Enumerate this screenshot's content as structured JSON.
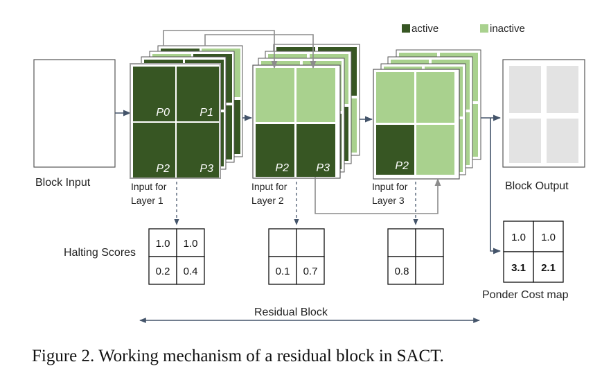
{
  "legend": {
    "active_label": "active",
    "inactive_label": "inactive"
  },
  "colors": {
    "active": "#375623",
    "inactive": "#a9d18e",
    "output_cell": "#e3e3e3",
    "line": "#7f7f7f",
    "arrow": "#44546a"
  },
  "labels": {
    "block_input": "Block Input",
    "block_output": "Block Output",
    "input_layer1": [
      "Input for",
      "Layer 1"
    ],
    "input_layer2": [
      "Input for",
      "Layer 2"
    ],
    "input_layer3": [
      "Input for",
      "Layer 3"
    ],
    "halting_scores": "Halting Scores",
    "ponder_cost_map": "Ponder Cost map",
    "residual_block": "Residual Block"
  },
  "layer1": {
    "patches": [
      {
        "label": "P0",
        "state": "active"
      },
      {
        "label": "P1",
        "state": "active"
      },
      {
        "label": "P2",
        "state": "active"
      },
      {
        "label": "P3",
        "state": "active"
      }
    ]
  },
  "layer2": {
    "patches": [
      {
        "label": "",
        "state": "inactive"
      },
      {
        "label": "",
        "state": "inactive"
      },
      {
        "label": "P2",
        "state": "active"
      },
      {
        "label": "P3",
        "state": "active"
      }
    ]
  },
  "layer3": {
    "patches": [
      {
        "label": "",
        "state": "inactive"
      },
      {
        "label": "",
        "state": "inactive"
      },
      {
        "label": "P2",
        "state": "active"
      },
      {
        "label": "",
        "state": "inactive"
      }
    ]
  },
  "halting_tables": [
    [
      "1.0",
      "1.0",
      "0.2",
      "0.4"
    ],
    [
      "",
      "",
      "0.1",
      "0.7"
    ],
    [
      "",
      "",
      "0.8",
      ""
    ]
  ],
  "ponder_cost": [
    "1.0",
    "1.0",
    "3.1",
    "2.1"
  ],
  "caption": "Figure 2. Working mechanism of a residual block in SACT."
}
